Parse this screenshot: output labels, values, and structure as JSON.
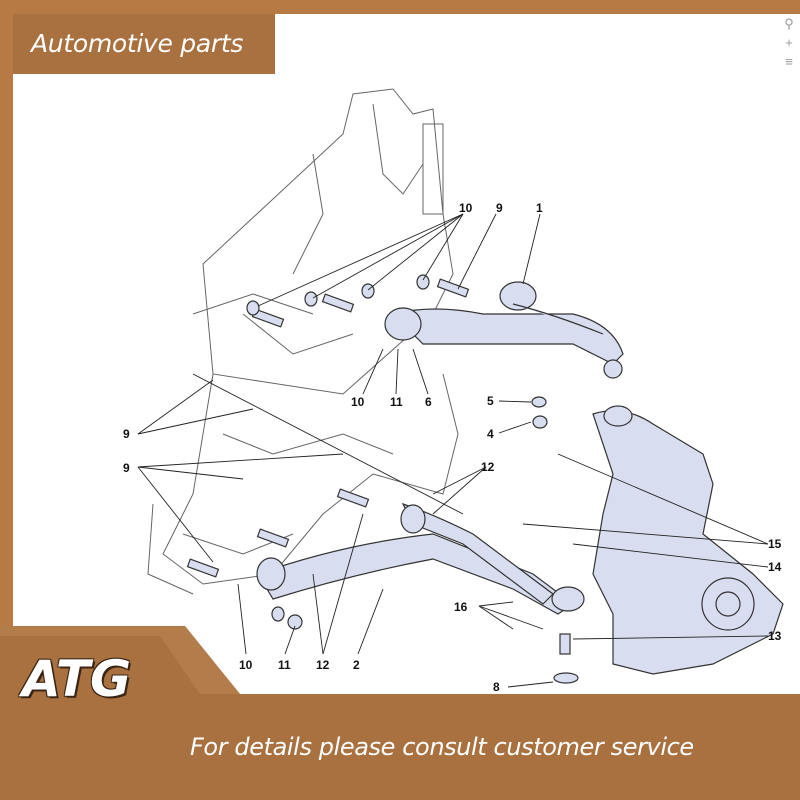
{
  "banner": {
    "title": "Automotive parts"
  },
  "brand": {
    "logo_text": "ATG"
  },
  "footer": {
    "note": "For details  please consult customer service"
  },
  "toolbar_icons": [
    "zoom-icon",
    "add-icon",
    "menu-icon"
  ],
  "colors": {
    "banner_brown": "#a9713f",
    "border_brown": "#b87a45",
    "part_fill": "#d9ddf0"
  },
  "callouts": [
    "10",
    "9",
    "1",
    "9",
    "10",
    "11",
    "6",
    "5",
    "4",
    "9",
    "12",
    "15",
    "14",
    "16",
    "13",
    "10",
    "11",
    "12",
    "2",
    "8"
  ]
}
